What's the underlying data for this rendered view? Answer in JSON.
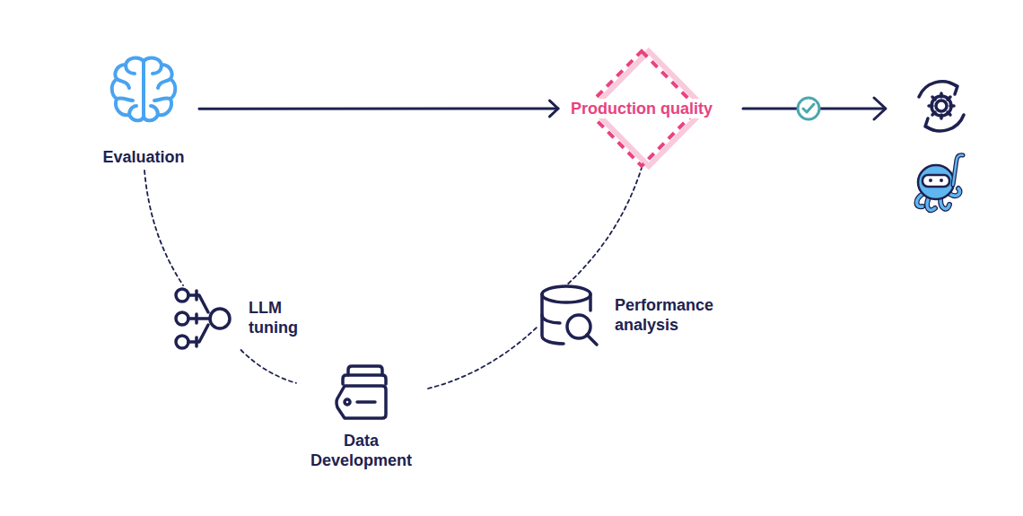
{
  "diagram": {
    "nodes": [
      {
        "text": [
          "Evaluation"
        ]
      },
      {
        "text": [
          "Production quality"
        ]
      },
      {
        "text": [
          "LLM tuning"
        ]
      },
      {
        "text": [
          "Data Development"
        ]
      },
      {
        "text": [
          "Performance analysis"
        ]
      }
    ],
    "edges": [
      {
        "from": 0,
        "to": 1,
        "arrow": "to"
      },
      {
        "from": 0,
        "to": 2,
        "arrow": "none"
      },
      {
        "from": 2,
        "to": 3,
        "arrow": "none"
      },
      {
        "from": 3,
        "to": 4,
        "arrow": "none"
      },
      {
        "from": 4,
        "to": 1,
        "arrow": "none"
      }
    ]
  }
}
